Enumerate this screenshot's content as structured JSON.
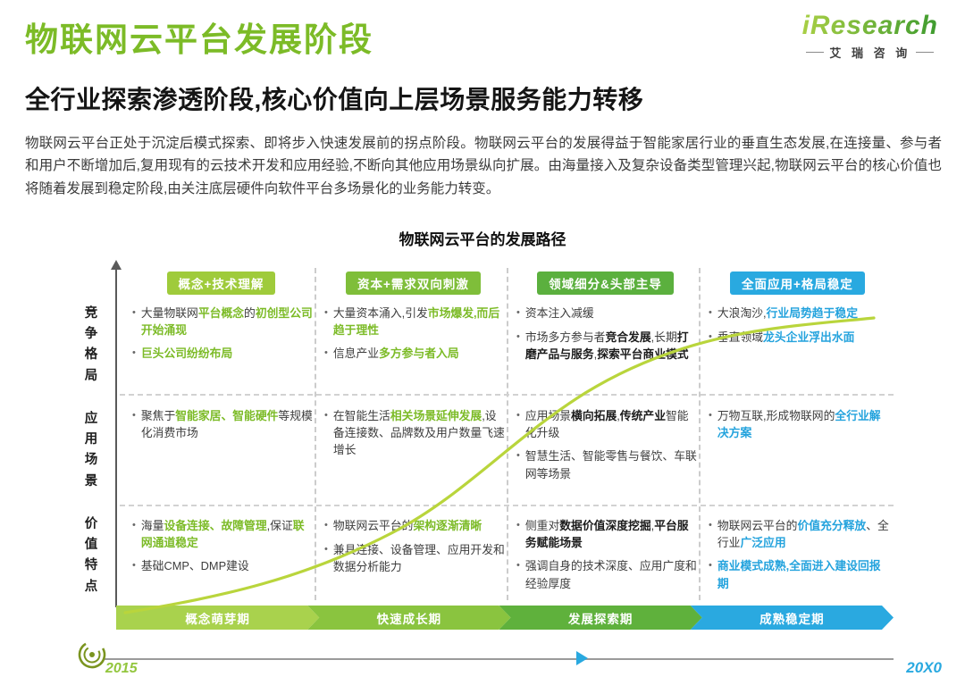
{
  "page": {
    "title": "物联网云平台发展阶段",
    "subtitle": "全行业探索渗透阶段,核心价值向上层场景服务能力转移",
    "body": "物联网云平台正处于沉淀后模式探索、即将步入快速发展前的拐点阶段。物联网云平台的发展得益于智能家居行业的垂直生态发展,在连接量、参与者和用户不断增加后,复用现有的云技术开发和应用经验,不断向其他应用场景纵向扩展。由海量接入及复杂设备类型管理兴起,物联网云平台的核心价值也将随着发展到稳定阶段,由关注底层硬件向软件平台多场景化的业务能力转变。",
    "logo": {
      "brand": "iResearch",
      "brand_cn": "艾 瑞 咨 询"
    }
  },
  "colors": {
    "accent_green": "#7CBB27",
    "accent_blue": "#29A9E0",
    "curve": "#B9D53C"
  },
  "diagram": {
    "title": "物联网云平台的发展路径",
    "row_labels": [
      "竞争格局",
      "应用场景",
      "价值特点"
    ],
    "columns": [
      {
        "header": "概念+技术理解",
        "header_color": "#9FCB3B",
        "rows": [
          {
            "bullets": [
              [
                {
                  "t": "大量物联网",
                  "s": "n"
                },
                {
                  "t": "平台概念",
                  "s": "g"
                },
                {
                  "t": "的",
                  "s": "n"
                },
                {
                  "t": "初创型公司开始涌现",
                  "s": "g"
                }
              ],
              [
                {
                  "t": "巨头公司纷纷布局",
                  "s": "g"
                }
              ]
            ]
          },
          {
            "bullets": [
              [
                {
                  "t": "聚焦于",
                  "s": "n"
                },
                {
                  "t": "智能家居、智能硬件",
                  "s": "g"
                },
                {
                  "t": "等规模化消费市场",
                  "s": "n"
                }
              ]
            ]
          },
          {
            "bullets": [
              [
                {
                  "t": "海量",
                  "s": "n"
                },
                {
                  "t": "设备连接、故障管理",
                  "s": "g"
                },
                {
                  "t": ",保证",
                  "s": "n"
                },
                {
                  "t": "联网通道稳定",
                  "s": "g"
                }
              ],
              [
                {
                  "t": "基础CMP、DMP建设",
                  "s": "n"
                }
              ]
            ]
          }
        ]
      },
      {
        "header": "资本+需求双向刺激",
        "header_color": "#7FBE3A",
        "rows": [
          {
            "bullets": [
              [
                {
                  "t": "大量资本涌入,引发",
                  "s": "n"
                },
                {
                  "t": "市场爆发,而后趋于理性",
                  "s": "g"
                }
              ],
              [
                {
                  "t": "信息产业",
                  "s": "n"
                },
                {
                  "t": "多方参与者入局",
                  "s": "g"
                }
              ]
            ]
          },
          {
            "bullets": [
              [
                {
                  "t": "在智能生活",
                  "s": "n"
                },
                {
                  "t": "相关场景延伸发展",
                  "s": "g"
                },
                {
                  "t": ",设备连接数、品牌数及用户数量飞速增长",
                  "s": "n"
                }
              ]
            ]
          },
          {
            "bullets": [
              [
                {
                  "t": "物联网云平台的",
                  "s": "n"
                },
                {
                  "t": "架构逐渐清晰",
                  "s": "g"
                }
              ],
              [
                {
                  "t": "兼具连接、设备管理、应用开发和数据分析能力",
                  "s": "n"
                }
              ]
            ]
          }
        ]
      },
      {
        "header": "领域细分&头部主导",
        "header_color": "#5BB03E",
        "rows": [
          {
            "bullets": [
              [
                {
                  "t": "资本注入减缓",
                  "s": "n"
                }
              ],
              [
                {
                  "t": "市场多方参与者",
                  "s": "n"
                },
                {
                  "t": "竞合发展",
                  "s": "k"
                },
                {
                  "t": ",长期",
                  "s": "n"
                },
                {
                  "t": "打磨产品与服务",
                  "s": "k"
                },
                {
                  "t": ",",
                  "s": "n"
                },
                {
                  "t": "探索平台商业模式",
                  "s": "k"
                }
              ]
            ]
          },
          {
            "bullets": [
              [
                {
                  "t": "应用场景",
                  "s": "n"
                },
                {
                  "t": "横向拓展",
                  "s": "k"
                },
                {
                  "t": ",",
                  "s": "n"
                },
                {
                  "t": "传统产业",
                  "s": "k"
                },
                {
                  "t": "智能化升级",
                  "s": "n"
                }
              ],
              [
                {
                  "t": "智慧生活、智能零售与餐饮、车联网等场景",
                  "s": "n"
                }
              ]
            ]
          },
          {
            "bullets": [
              [
                {
                  "t": "侧重对",
                  "s": "n"
                },
                {
                  "t": "数据价值深度挖掘",
                  "s": "k"
                },
                {
                  "t": ",",
                  "s": "n"
                },
                {
                  "t": "平台服务赋能场景",
                  "s": "k"
                }
              ],
              [
                {
                  "t": "强调自身的技术深度、应用广度和经验厚度",
                  "s": "n"
                }
              ]
            ]
          }
        ]
      },
      {
        "header": "全面应用+格局稳定",
        "header_color": "#29A9E0",
        "rows": [
          {
            "bullets": [
              [
                {
                  "t": "大浪淘沙,",
                  "s": "n"
                },
                {
                  "t": "行业局势趋于稳定",
                  "s": "b"
                }
              ],
              [
                {
                  "t": "垂直领域",
                  "s": "n"
                },
                {
                  "t": "龙头企业浮出水面",
                  "s": "b"
                }
              ]
            ]
          },
          {
            "bullets": [
              [
                {
                  "t": "万物互联,形成物联网的",
                  "s": "n"
                },
                {
                  "t": "全行业解决方案",
                  "s": "b"
                }
              ]
            ]
          },
          {
            "bullets": [
              [
                {
                  "t": "物联网云平台的",
                  "s": "n"
                },
                {
                  "t": "价值充分释放",
                  "s": "b"
                },
                {
                  "t": "、全行业",
                  "s": "n"
                },
                {
                  "t": "广泛应用",
                  "s": "b"
                }
              ],
              [
                {
                  "t": "商业模式成熟,全面进入建设回报期",
                  "s": "b"
                }
              ]
            ]
          }
        ]
      }
    ],
    "stages": [
      {
        "label": "概念萌芽期",
        "color": "#A9D24D"
      },
      {
        "label": "快速成长期",
        "color": "#8AC43F"
      },
      {
        "label": "发展探索期",
        "color": "#5FB13C"
      },
      {
        "label": "成熟稳定期",
        "color": "#2AA9E0"
      }
    ],
    "timeline": {
      "start": "2015",
      "end": "20X0"
    }
  }
}
